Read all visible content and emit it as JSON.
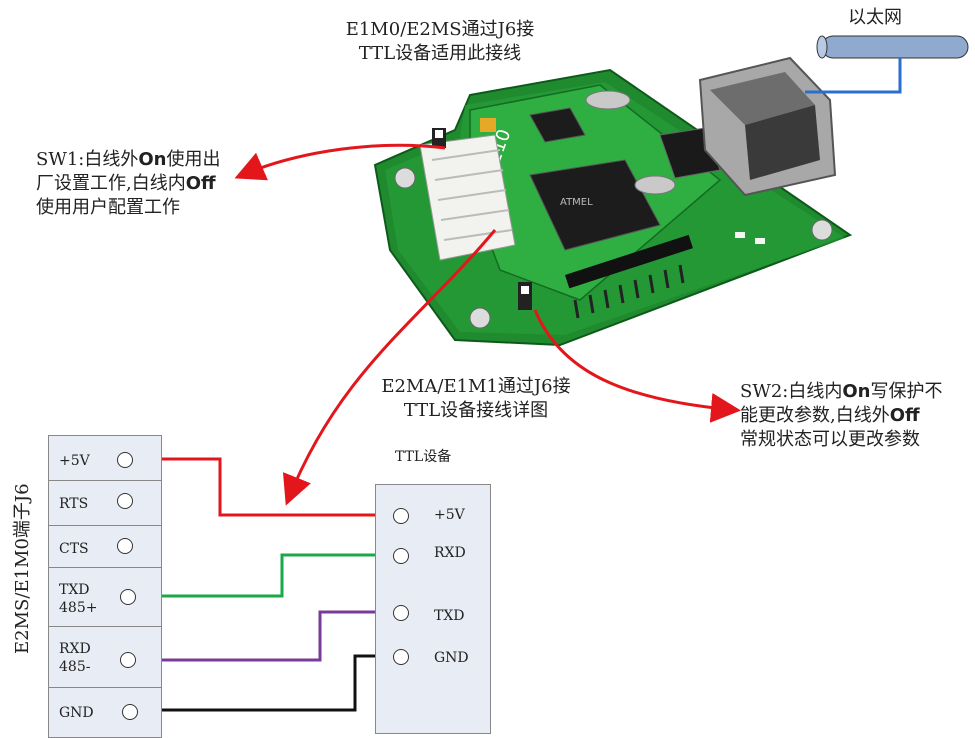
{
  "labels": {
    "top_title_l1": "E1M0/E2MS通过J6接",
    "top_title_l2": "TTL设备适用此接线",
    "ethernet": "以太网",
    "sw1_l1a": "SW1:白线外",
    "sw1_l1b": "On",
    "sw1_l1c": "使用出",
    "sw1_l2a": "厂设置工作,白线内",
    "sw1_l2b": "Off",
    "sw1_l3": "使用用户配置工作",
    "mid_title_l1": "E2MA/E1M1通过J6接",
    "mid_title_l2": "TTL设备接线详图",
    "sw2_l1a": "SW2:白线内",
    "sw2_l1b": "On",
    "sw2_l1c": "写保护不",
    "sw2_l2a": "能更改参数,白线外",
    "sw2_l2b": "Off",
    "sw2_l3": "常规状态可以更改参数",
    "ttl_device": "TTL设备",
    "j6_vertical": "E2MS/E1M0端子J6",
    "chip_mark": "E210"
  },
  "j6_pins": [
    "+5V",
    "RTS",
    "CTS",
    "TXD\n485+",
    "RXD\n485-",
    "GND"
  ],
  "ttl_pins": [
    "+5V",
    "RXD",
    "TXD",
    "GND"
  ],
  "colors": {
    "red": "#e3161b",
    "green": "#1aa84a",
    "purple": "#7a3a9a",
    "black": "#111111",
    "blue": "#2a6fd0",
    "pcb": "#1f8a2e"
  }
}
